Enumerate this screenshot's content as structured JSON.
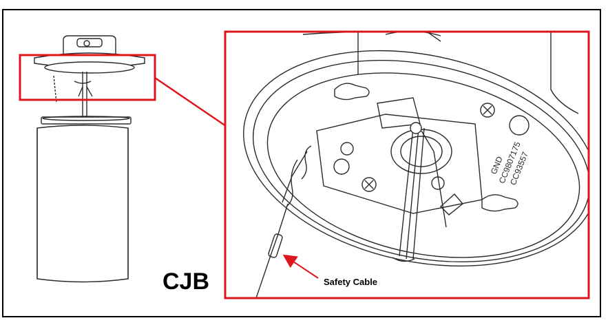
{
  "labels": {
    "product_code": "CJB",
    "callout": "Safety Cable",
    "plate_text_gnd": "GND",
    "plate_text_code1": "CC9807175",
    "plate_text_code2": "CC93557"
  },
  "colors": {
    "highlight": "#e0141c",
    "line": "#2a2a2a",
    "frame": "#000000"
  },
  "icons": {
    "callout_arrow": "red-arrow-icon"
  }
}
